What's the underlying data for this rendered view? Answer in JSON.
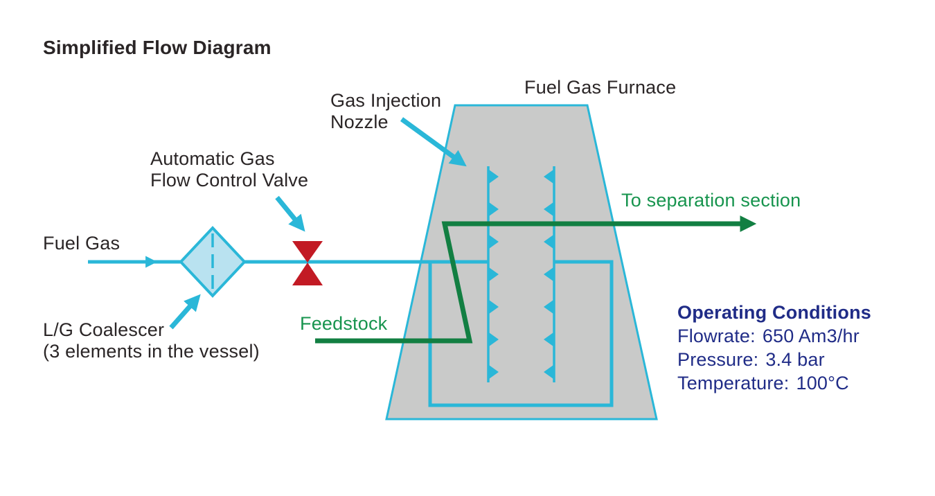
{
  "title": "Simplified Flow Diagram",
  "diagram": {
    "fuel_gas_label": "Fuel Gas",
    "coalescer_label_line1": "L/G Coalescer",
    "coalescer_label_line2": "(3 elements in the vessel)",
    "valve_label_line1": "Automatic Gas",
    "valve_label_line2": "Flow Control Valve",
    "nozzle_label_line1": "Gas Injection",
    "nozzle_label_line2": "Nozzle",
    "furnace_label": "Fuel Gas Furnace",
    "feedstock_label": "Feedstock",
    "separation_label": "To separation section"
  },
  "operating_conditions": {
    "title": "Operating Conditions",
    "rows": [
      {
        "label": "Flowrate:",
        "value": "650 Am3/hr"
      },
      {
        "label": "Pressure:",
        "value": "3.4 bar"
      },
      {
        "label": "Temperature:",
        "value": "100°C"
      }
    ]
  },
  "colors": {
    "pipe_cyan": "#2ab7d8",
    "vessel_fill": "#b9e2f0",
    "furnace_fill": "#c9cac9",
    "valve_red": "#c21a24",
    "process_green_line": "#127f42",
    "process_green_text": "#17944e",
    "conditions_navy": "#202c87",
    "text_black": "#2a2526"
  }
}
